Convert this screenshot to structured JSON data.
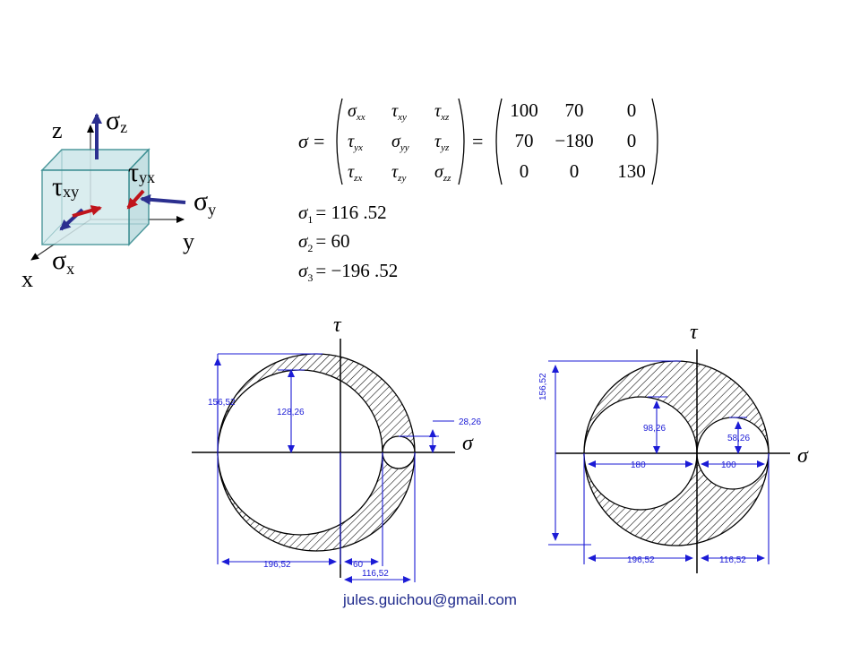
{
  "cube": {
    "axis_z": "z",
    "axis_y": "y",
    "axis_x": "x",
    "sigma_sym": "σ",
    "tau_sym": "τ",
    "sub_z": "z",
    "sub_y": "y",
    "sub_x": "x",
    "sub_xy": "xy",
    "sub_yx": "yx",
    "colors": {
      "face": "#cfe7ea",
      "edge": "#3b8e92",
      "normal_arrow": "#2b2f8f",
      "shear_arrow": "#c0141b"
    }
  },
  "matrix": {
    "lhs": "σ",
    "eq": "=",
    "symbolic": [
      [
        "σ",
        "xx",
        "τ",
        "xy",
        "τ",
        "xz"
      ],
      [
        "τ",
        "yx",
        "σ",
        "yy",
        "τ",
        "yz"
      ],
      [
        "τ",
        "zx",
        "τ",
        "zy",
        "σ",
        "zz"
      ]
    ],
    "numeric": [
      [
        "100",
        "70",
        "0"
      ],
      [
        "70",
        "−180",
        "0"
      ],
      [
        "0",
        "0",
        "130"
      ]
    ]
  },
  "principal": [
    {
      "sym": "σ",
      "sub": "1",
      "value": "= 116 .52"
    },
    {
      "sym": "σ",
      "sub": "2",
      "value": "= 60"
    },
    {
      "sym": "σ",
      "sub": "3",
      "value": "= −196 .52"
    }
  ],
  "mohr_left": {
    "tau_label": "τ",
    "sigma_label": "σ",
    "dims": {
      "big_radius": "156,52",
      "mid_radius": "128,26",
      "small_radius": "28,26",
      "s3": "196,52",
      "s2": "60",
      "s1": "116,52"
    }
  },
  "mohr_right": {
    "tau_label": "τ",
    "sigma_label": "σ",
    "dims": {
      "big_radius": "156,52",
      "left_radius": "98,26",
      "right_radius": "58,26",
      "left_diam": "180",
      "right_diam": "100",
      "s3": "196,52",
      "s1": "116,52"
    }
  },
  "colors": {
    "dimension_blue": "#1b1bd6",
    "outline": "#000000",
    "footer_text": "#1f2a8c"
  },
  "footer": "jules.guichou@gmail.com"
}
